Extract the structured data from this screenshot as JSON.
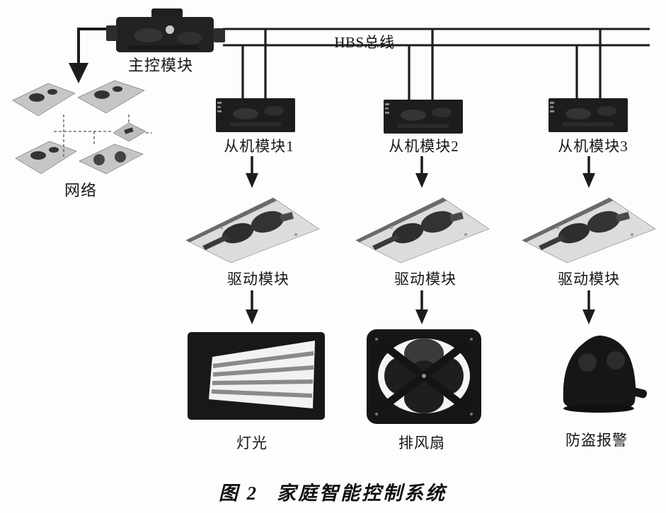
{
  "figure_type": "diagram",
  "colors": {
    "ink": "#1c1c1c",
    "paper": "#fdfdfd",
    "photo_dark": "#1d1d1d",
    "board_light": "#d9d9d9"
  },
  "bus": {
    "label": "HBS总线"
  },
  "master": {
    "label": "主控模块"
  },
  "network": {
    "label": "网络"
  },
  "slaves": [
    {
      "label": "从机模块1"
    },
    {
      "label": "从机模块2"
    },
    {
      "label": "从机模块3"
    }
  ],
  "drivers": [
    {
      "label": "驱动模块"
    },
    {
      "label": "驱动模块"
    },
    {
      "label": "驱动模块"
    }
  ],
  "devices": [
    {
      "label": "灯光"
    },
    {
      "label": "排风扇"
    },
    {
      "label": "防盗报警"
    }
  ],
  "caption": {
    "figure_no": "图 2",
    "title": "家庭智能控制系统"
  },
  "icons": {
    "master_photo": "master-control-module-photo",
    "network_photo": "network-boards-cluster-photo",
    "slave_photo": "slave-module-pcb-photo",
    "driver_photo": "driver-module-pcb-photo",
    "light_photo": "fluorescent-light-photo",
    "fan_photo": "exhaust-fan-photo",
    "alarm_photo": "burglar-alarm-siren-photo",
    "arrow": "down-arrow",
    "bus": "hbs-two-wire-bus"
  }
}
